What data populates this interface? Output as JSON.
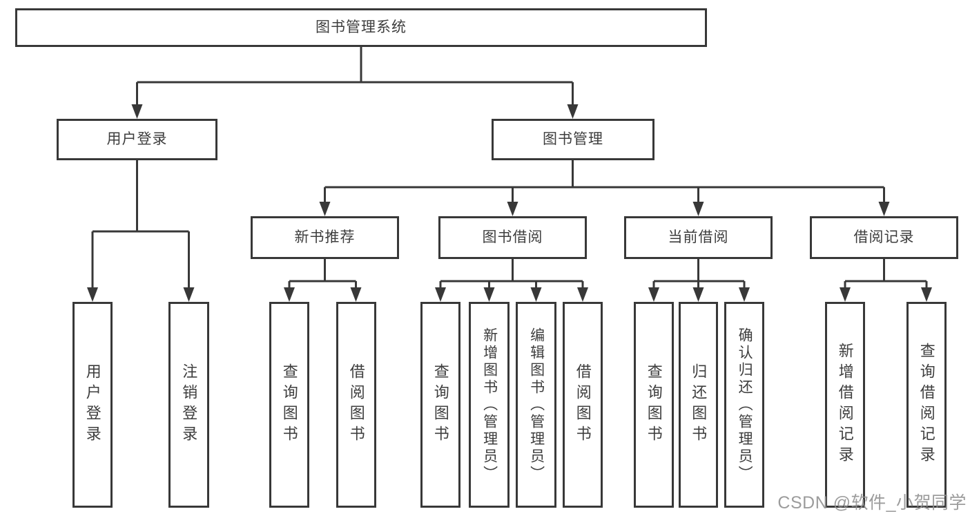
{
  "diagram": {
    "type": "hierarchy-tree",
    "title": "图书管理系统",
    "colors": {
      "line": "#383838",
      "box_border": "#383838",
      "box_fill": "#ffffff",
      "text": "#3d3d3d",
      "background": "#ffffff",
      "watermark": "#919191"
    },
    "nodes": [
      {
        "id": "library-system",
        "label": "图书管理系统",
        "level": 0,
        "parent": null
      },
      {
        "id": "user-login",
        "label": "用户登录",
        "level": 1,
        "parent": "library-system"
      },
      {
        "id": "book-management",
        "label": "图书管理",
        "level": 1,
        "parent": "library-system"
      },
      {
        "id": "new-book-recommend",
        "label": "新书推荐",
        "level": 2,
        "parent": "book-management"
      },
      {
        "id": "book-borrowing",
        "label": "图书借阅",
        "level": 2,
        "parent": "book-management"
      },
      {
        "id": "current-borrowing",
        "label": "当前借阅",
        "level": 2,
        "parent": "book-management"
      },
      {
        "id": "borrowing-records",
        "label": "借阅记录",
        "level": 2,
        "parent": "book-management"
      },
      {
        "id": "user-login-leaf",
        "label": "用户登录",
        "level": 3,
        "parent": "user-login"
      },
      {
        "id": "logout-leaf",
        "label": "注销登录",
        "level": 3,
        "parent": "user-login"
      },
      {
        "id": "nbr-query-books",
        "label": "查询图书",
        "level": 3,
        "parent": "new-book-recommend"
      },
      {
        "id": "nbr-borrow-books",
        "label": "借阅图书",
        "level": 3,
        "parent": "new-book-recommend"
      },
      {
        "id": "bb-query-books",
        "label": "查询图书",
        "level": 3,
        "parent": "book-borrowing"
      },
      {
        "id": "bb-add-books",
        "label": "新增图书（管理员）",
        "level": 3,
        "parent": "book-borrowing"
      },
      {
        "id": "bb-edit-books",
        "label": "编辑图书（管理员）",
        "level": 3,
        "parent": "book-borrowing"
      },
      {
        "id": "bb-borrow-books",
        "label": "借阅图书",
        "level": 3,
        "parent": "book-borrowing"
      },
      {
        "id": "cb-query-books",
        "label": "查询图书",
        "level": 3,
        "parent": "current-borrowing"
      },
      {
        "id": "cb-return-books",
        "label": "归还图书",
        "level": 3,
        "parent": "current-borrowing"
      },
      {
        "id": "cb-confirm-return",
        "label": "确认归还（管理员）",
        "level": 3,
        "parent": "current-borrowing"
      },
      {
        "id": "br-add-record",
        "label": "新增借阅记录",
        "level": 3,
        "parent": "borrowing-records"
      },
      {
        "id": "br-query-record",
        "label": "查询借阅记录",
        "level": 3,
        "parent": "borrowing-records"
      }
    ]
  },
  "watermark": {
    "text": "CSDN @软件_小贺同学"
  }
}
